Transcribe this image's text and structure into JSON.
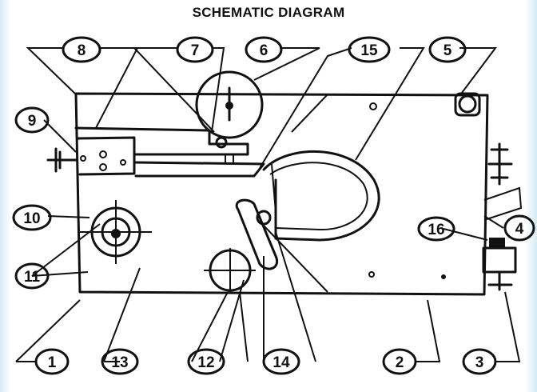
{
  "title": "SCHEMATIC DIAGRAM",
  "callouts": [
    {
      "id": "c8",
      "label": "8"
    },
    {
      "id": "c7",
      "label": "7"
    },
    {
      "id": "c6",
      "label": "6"
    },
    {
      "id": "c15",
      "label": "15"
    },
    {
      "id": "c5",
      "label": "5"
    },
    {
      "id": "c9",
      "label": "9"
    },
    {
      "id": "c10",
      "label": "10"
    },
    {
      "id": "c11",
      "label": "11"
    },
    {
      "id": "c16",
      "label": "16"
    },
    {
      "id": "c4",
      "label": "4"
    },
    {
      "id": "c1",
      "label": "1"
    },
    {
      "id": "c13",
      "label": "13"
    },
    {
      "id": "c12",
      "label": "12"
    },
    {
      "id": "c14",
      "label": "14"
    },
    {
      "id": "c2",
      "label": "2"
    },
    {
      "id": "c3",
      "label": "3"
    }
  ]
}
